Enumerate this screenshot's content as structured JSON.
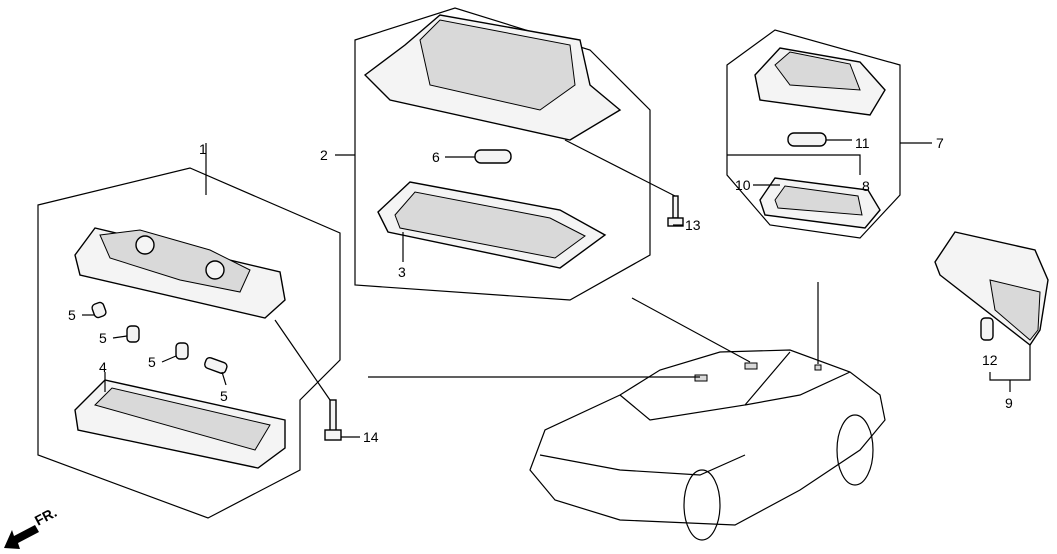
{
  "diagram": {
    "callouts": {
      "c1": "1",
      "c2": "2",
      "c3": "3",
      "c4": "4",
      "c5a": "5",
      "c5b": "5",
      "c5c": "5",
      "c5d": "5",
      "c6": "6",
      "c7": "7",
      "c8": "8",
      "c9": "9",
      "c10": "10",
      "c11": "11",
      "c12": "12",
      "c13": "13",
      "c14": "14"
    },
    "front_indicator": "FR."
  }
}
